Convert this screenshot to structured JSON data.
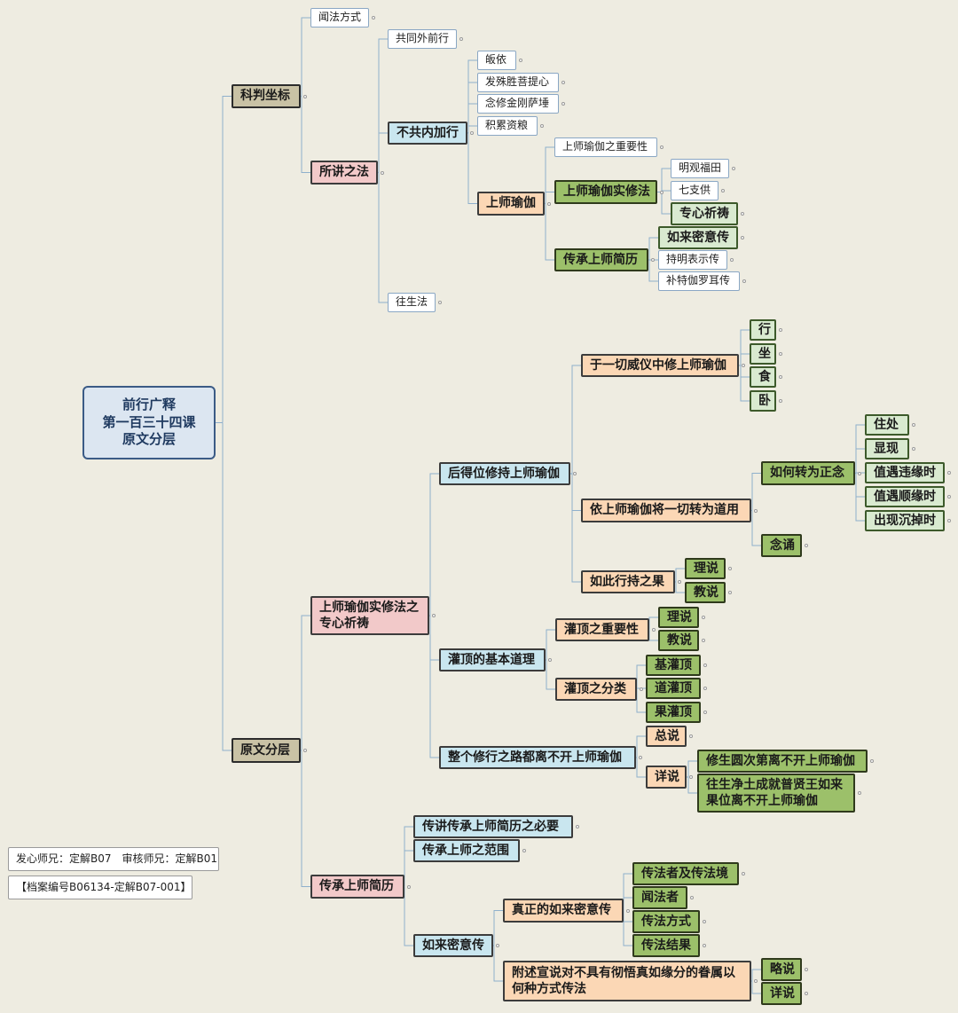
{
  "diagram": {
    "root": "前行广释\n第一百三十四课\n原文分层",
    "n_keban": "科判坐标",
    "n_wenfa": "闻法方式",
    "n_suojiang": "所讲之法",
    "n_gongtong": "共同外前行",
    "n_bugong": "不共内加行",
    "n_guiyi": "皈依",
    "n_faxin": "发殊胜菩提心",
    "n_nianxiu": "念修金刚萨埵",
    "n_jilei": "积累资粮",
    "n_shangshi": "上师瑜伽",
    "n_zhongyao": "上师瑜伽之重要性",
    "n_shixiu": "上师瑜伽实修法",
    "n_mingguan": "明观福田",
    "n_qizhi": "七支供",
    "n_zhuanxin": "专心祈祷",
    "n_chuancheng": "传承上师简历",
    "n_rulai": "如来密意传",
    "n_chiming": "持明表示传",
    "n_bute": "补特伽罗耳传",
    "n_wangsheng": "往生法",
    "n_yuanwen": "原文分层",
    "n_sm_zhuanxin": "上师瑜伽实修法之专心祈祷",
    "n_houdewei": "后得位修持上师瑜伽",
    "n_yiqieweiyi": "于一切威仪中修上师瑜伽",
    "n_xing": "行",
    "n_zuo": "坐",
    "n_shi": "食",
    "n_wo": "卧",
    "n_yizhuan": "依上师瑜伽将一切转为道用",
    "n_ruhe": "如何转为正念",
    "n_zhuchu": "住处",
    "n_xianxian": "显现",
    "n_weiyuan": "值遇违缘时",
    "n_shunyuan": "值遇顺缘时",
    "n_chendiao": "出现沉掉时",
    "n_niansong": "念诵",
    "n_guo": "如此行持之果",
    "n_lishuo1": "理说",
    "n_jiaoshuo1": "教说",
    "n_guanding": "灌顶的基本道理",
    "n_gd_zhongyao": "灌顶之重要性",
    "n_lishuo2": "理说",
    "n_jiaoshuo2": "教说",
    "n_gd_fenlei": "灌顶之分类",
    "n_jiguanding": "基灌顶",
    "n_daoguanding": "道灌顶",
    "n_guoguanding": "果灌顶",
    "n_zhengge": "整个修行之路都离不开上师瑜伽",
    "n_zongshuo": "总说",
    "n_xiangshuo": "详说",
    "n_xiusheng": "修生圆次第离不开上师瑜伽",
    "n_wangshengjingtu": "往生净土成就普贤王如来果位离不开上师瑜伽",
    "n_cc2": "传承上师简历",
    "n_bixu": "传讲传承上师简历之必要",
    "n_fanwei": "传承上师之范围",
    "n_rulai2": "如来密意传",
    "n_zhenzheng": "真正的如来密意传",
    "n_chuanfazhe": "传法者及传法境",
    "n_wenfazhe": "闻法者",
    "n_chuanfafangshi": "传法方式",
    "n_chuanfajieguo": "传法结果",
    "n_fushu": "附述宣说对不具有彻悟真如缘分的眷属以何种方式传法",
    "n_lueshuo": "略说",
    "n_xiangshuo2": "详说"
  },
  "notes": {
    "credit": "发心师兄：定解B07　审核师兄：定解B01",
    "archive": "【档案编号B06134-定解B07-001】"
  },
  "colors": {
    "background": "#eeece1",
    "connector": "#8fb0cc"
  }
}
